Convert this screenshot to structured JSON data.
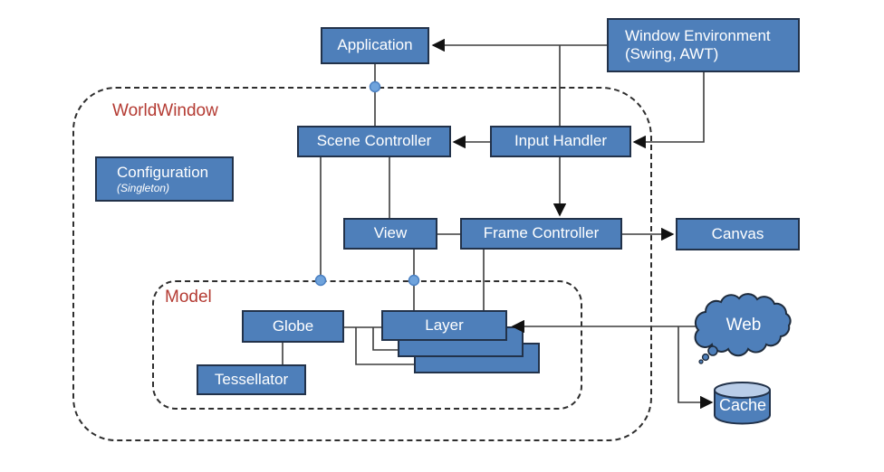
{
  "diagram": {
    "containers": {
      "worldwindow": {
        "label": "WorldWindow"
      },
      "model": {
        "label": "Model"
      }
    },
    "nodes": {
      "application": {
        "label": "Application"
      },
      "window_environment": {
        "line1": "Window Environment",
        "line2": "(Swing, AWT)"
      },
      "scene_controller": {
        "label": "Scene Controller"
      },
      "input_handler": {
        "label": "Input Handler"
      },
      "configuration": {
        "label": "Configuration",
        "stereotype": "(Singleton)"
      },
      "view": {
        "label": "View"
      },
      "frame_controller": {
        "label": "Frame Controller"
      },
      "canvas": {
        "label": "Canvas"
      },
      "globe": {
        "label": "Globe"
      },
      "layer": {
        "label": "Layer"
      },
      "tessellator": {
        "label": "Tessellator"
      },
      "web": {
        "label": "Web"
      },
      "cache": {
        "label": "Cache"
      }
    },
    "edges": [
      {
        "from": "window_environment",
        "to": "application",
        "style": "arrow"
      },
      {
        "from": "window_environment",
        "to": "input_handler",
        "style": "arrow"
      },
      {
        "from": "input_handler",
        "to": "scene_controller",
        "style": "arrow"
      },
      {
        "from": "input_handler",
        "to": "frame_controller",
        "style": "arrow"
      },
      {
        "from": "application",
        "to": "scene_controller",
        "style": "line",
        "junction": "worldwindow-boundary"
      },
      {
        "from": "scene_controller",
        "to": "view",
        "style": "line"
      },
      {
        "from": "scene_controller",
        "to": "model",
        "style": "line",
        "junction": "model-boundary"
      },
      {
        "from": "view",
        "to": "frame_controller",
        "style": "line"
      },
      {
        "from": "frame_controller",
        "to": "canvas",
        "style": "arrow"
      },
      {
        "from": "view",
        "to": "layer",
        "style": "line",
        "junction": "model-boundary"
      },
      {
        "from": "frame_controller",
        "to": "layer",
        "style": "line"
      },
      {
        "from": "globe",
        "to": "layer",
        "style": "line"
      },
      {
        "from": "globe",
        "to": "tessellator",
        "style": "line"
      },
      {
        "from": "web",
        "to": "layer",
        "style": "arrow"
      },
      {
        "from": "web",
        "to": "cache",
        "style": "arrow"
      }
    ],
    "colors": {
      "node_fill": "#4e7fba",
      "node_border": "#22324a",
      "node_text": "#ffffff",
      "container_label": "#b43b33",
      "connector": "#3c3c3c",
      "arrowhead": "#111111",
      "junction_dot_fill": "#6fa3dc",
      "junction_dot_stroke": "#4b80c2",
      "cache_lid": "#b9cde8",
      "background": "#ffffff"
    }
  }
}
